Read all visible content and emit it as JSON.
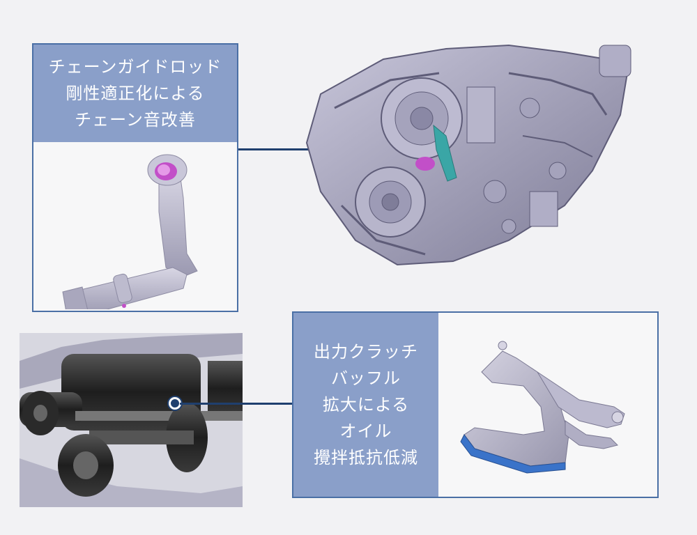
{
  "callouts": [
    {
      "lines": [
        "チェーンガイドロッド",
        "剛性適正化による",
        "チェーン音改善"
      ]
    },
    {
      "lines": [
        "出力クラッチ",
        "バッフル",
        "拡大による",
        "オイル",
        "攪拌抵抗低減"
      ]
    }
  ],
  "colors": {
    "panel": "#8a9fc9",
    "border": "#4a6fa5",
    "connector": "#1f3f6e",
    "part_body": "#b4b2c8",
    "highlight_magenta": "#c24fc8",
    "highlight_blue": "#3a73c9",
    "highlight_teal": "#3aa6a6"
  }
}
